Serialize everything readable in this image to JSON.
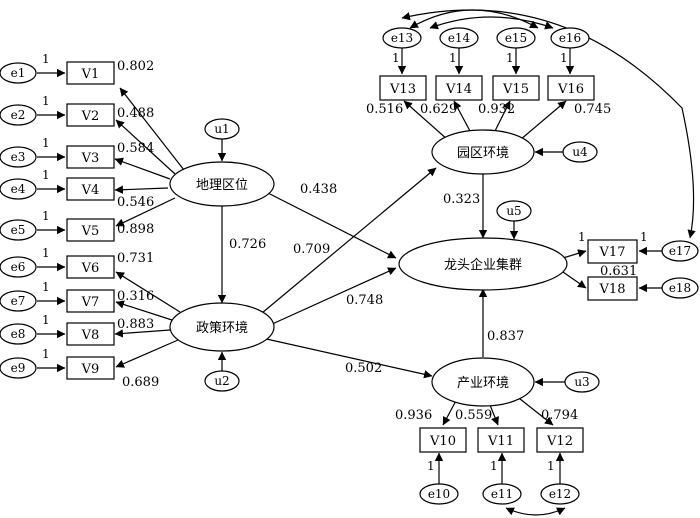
{
  "latent": {
    "dili": "地理区位",
    "zhengce": "政策环境",
    "yuanqu": "园区环境",
    "chanye": "产业环境",
    "longtou": "龙头企业集群"
  },
  "observed": {
    "v1": "V1",
    "v2": "V2",
    "v3": "V3",
    "v4": "V4",
    "v5": "V5",
    "v6": "V6",
    "v7": "V7",
    "v8": "V8",
    "v9": "V9",
    "v10": "V10",
    "v11": "V11",
    "v12": "V12",
    "v13": "V13",
    "v14": "V14",
    "v15": "V15",
    "v16": "V16",
    "v17": "V17",
    "v18": "V18"
  },
  "errors": {
    "e1": "e1",
    "e2": "e2",
    "e3": "e3",
    "e4": "e4",
    "e5": "e5",
    "e6": "e6",
    "e7": "e7",
    "e8": "e8",
    "e9": "e9",
    "e10": "e10",
    "e11": "e11",
    "e12": "e12",
    "e13": "e13",
    "e14": "e14",
    "e15": "e15",
    "e16": "e16",
    "e17": "e17",
    "e18": "e18",
    "u1": "u1",
    "u2": "u2",
    "u3": "u3",
    "u4": "u4",
    "u5": "u5"
  },
  "loadings": {
    "v1": "0.802",
    "v2": "0.488",
    "v3": "0.584",
    "v4": "0.546",
    "v5": "0.898",
    "v6": "0.731",
    "v7": "0.316",
    "v8": "0.883",
    "v9": "0.689",
    "v10": "0.936",
    "v11": "0.559",
    "v12": "0.794",
    "v13": "0.516",
    "v14": "0.629",
    "v15": "0.932",
    "v16": "0.745",
    "v17_v18": "0.631"
  },
  "paths": {
    "dili_longtou": "0.438",
    "dili_zhengce": "0.726",
    "zhengce_yuanqu": "0.709",
    "zhengce_longtou": "0.748",
    "zhengce_chanye": "0.502",
    "yuanqu_longtou": "0.323",
    "chanye_longtou": "0.837"
  },
  "one": "1"
}
